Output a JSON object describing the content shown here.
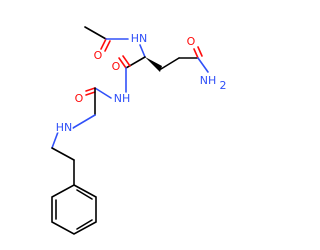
{
  "diagram": {
    "type": "chemical-structure",
    "colors": {
      "carbon": "#000000",
      "nitrogen": "#3050F8",
      "oxygen": "#FF0D0D",
      "background": "#ffffff"
    },
    "atoms": {
      "acetyl_oxygen": "O",
      "acetamide_nitrogen": "HN",
      "amide_oxygen_1": "O",
      "amide_nitrogen_terminal": "NH",
      "amide_nitrogen_terminal_sub": "2",
      "carbonyl_oxygen_2": "O",
      "imide_nitrogen": "NH",
      "carbonyl_oxygen_3": "O",
      "amine_nitrogen": "HN"
    }
  }
}
